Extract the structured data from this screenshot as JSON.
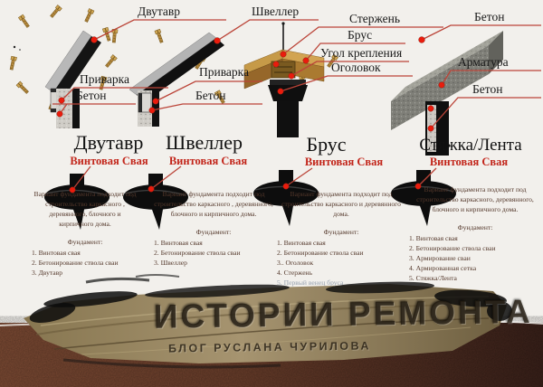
{
  "callouts": {
    "c1_top": "Двутавр",
    "c2_top": "Швеллер",
    "c3_rod": "Стержень",
    "c4_top_concrete": "Бетон",
    "c1_weld": "Приварка",
    "c1_concrete": "Бетон",
    "c2_weld": "Приварка",
    "c2_concrete": "Бетон",
    "c3_timber": "Брус",
    "c3_angle": "Угол крепления",
    "c3_cap": "Оголовок",
    "c4_rebar": "Арматура",
    "c4_concrete": "Бетон"
  },
  "columns": [
    {
      "title": "Двутавр",
      "pile_label": "Винтовая Свая",
      "description": "Вариант фундамента подходит под строительство каркасного , деревянного, блочного и кирпичного дома.",
      "list_heading": "Фундамент:",
      "items": [
        {
          "text": "1. Винтовая свая"
        },
        {
          "text": "2. Бетонирование ствола сваи"
        },
        {
          "text": "3. Двутавр"
        }
      ]
    },
    {
      "title": "Швеллер",
      "pile_label": "Винтовая Свая",
      "description": "Вариант фундамента подходит под строительство каркасного , деревянного, блочного и кирпичного дома.",
      "list_heading": "Фундамент:",
      "items": [
        {
          "text": "1. Винтовая свая"
        },
        {
          "text": "2. Бетонирование ствола сваи"
        },
        {
          "text": "3. Швеллер"
        }
      ]
    },
    {
      "title": "Брус",
      "pile_label": "Винтовая Свая",
      "description": "Вариант фундамента подходит под строительство каркасного и деревянного дома.",
      "list_heading": "Фундамент:",
      "items": [
        {
          "text": "1. Винтовая свая"
        },
        {
          "text": "2. Бетонирование ствола сваи"
        },
        {
          "text": "3.. Оголовок"
        },
        {
          "text": "4. Стержень"
        },
        {
          "text": "5. Первый венец бруса"
        }
      ]
    },
    {
      "title": "Стяжка/Лента",
      "pile_label": "Винтовая Свая",
      "description": "Вариант фундамента подходит под строительство каркасного, деревянного, блочного и кирпичного дома.",
      "list_heading": "Фундамент:",
      "items": [
        {
          "text": "1. Винтовая свая"
        },
        {
          "text": "2. Бетонирование ствола сваи"
        },
        {
          "text": "3. Армирование сваи"
        },
        {
          "text": "4. Армированная сетка"
        },
        {
          "text": "5. Стяжка/Лента"
        }
      ]
    }
  ],
  "banner": {
    "title": "ИСТОРИИ РЕМОНТА",
    "subtitle": "БЛОГ РУСЛАНА ЧУРИЛОВА"
  },
  "colors": {
    "leader_red": "#bb4438",
    "dot_red": "#ea1c0d",
    "pile_label_red": "#c2251a",
    "soil_brown": "#6a3e2b",
    "wood_tan": "#a29066"
  }
}
